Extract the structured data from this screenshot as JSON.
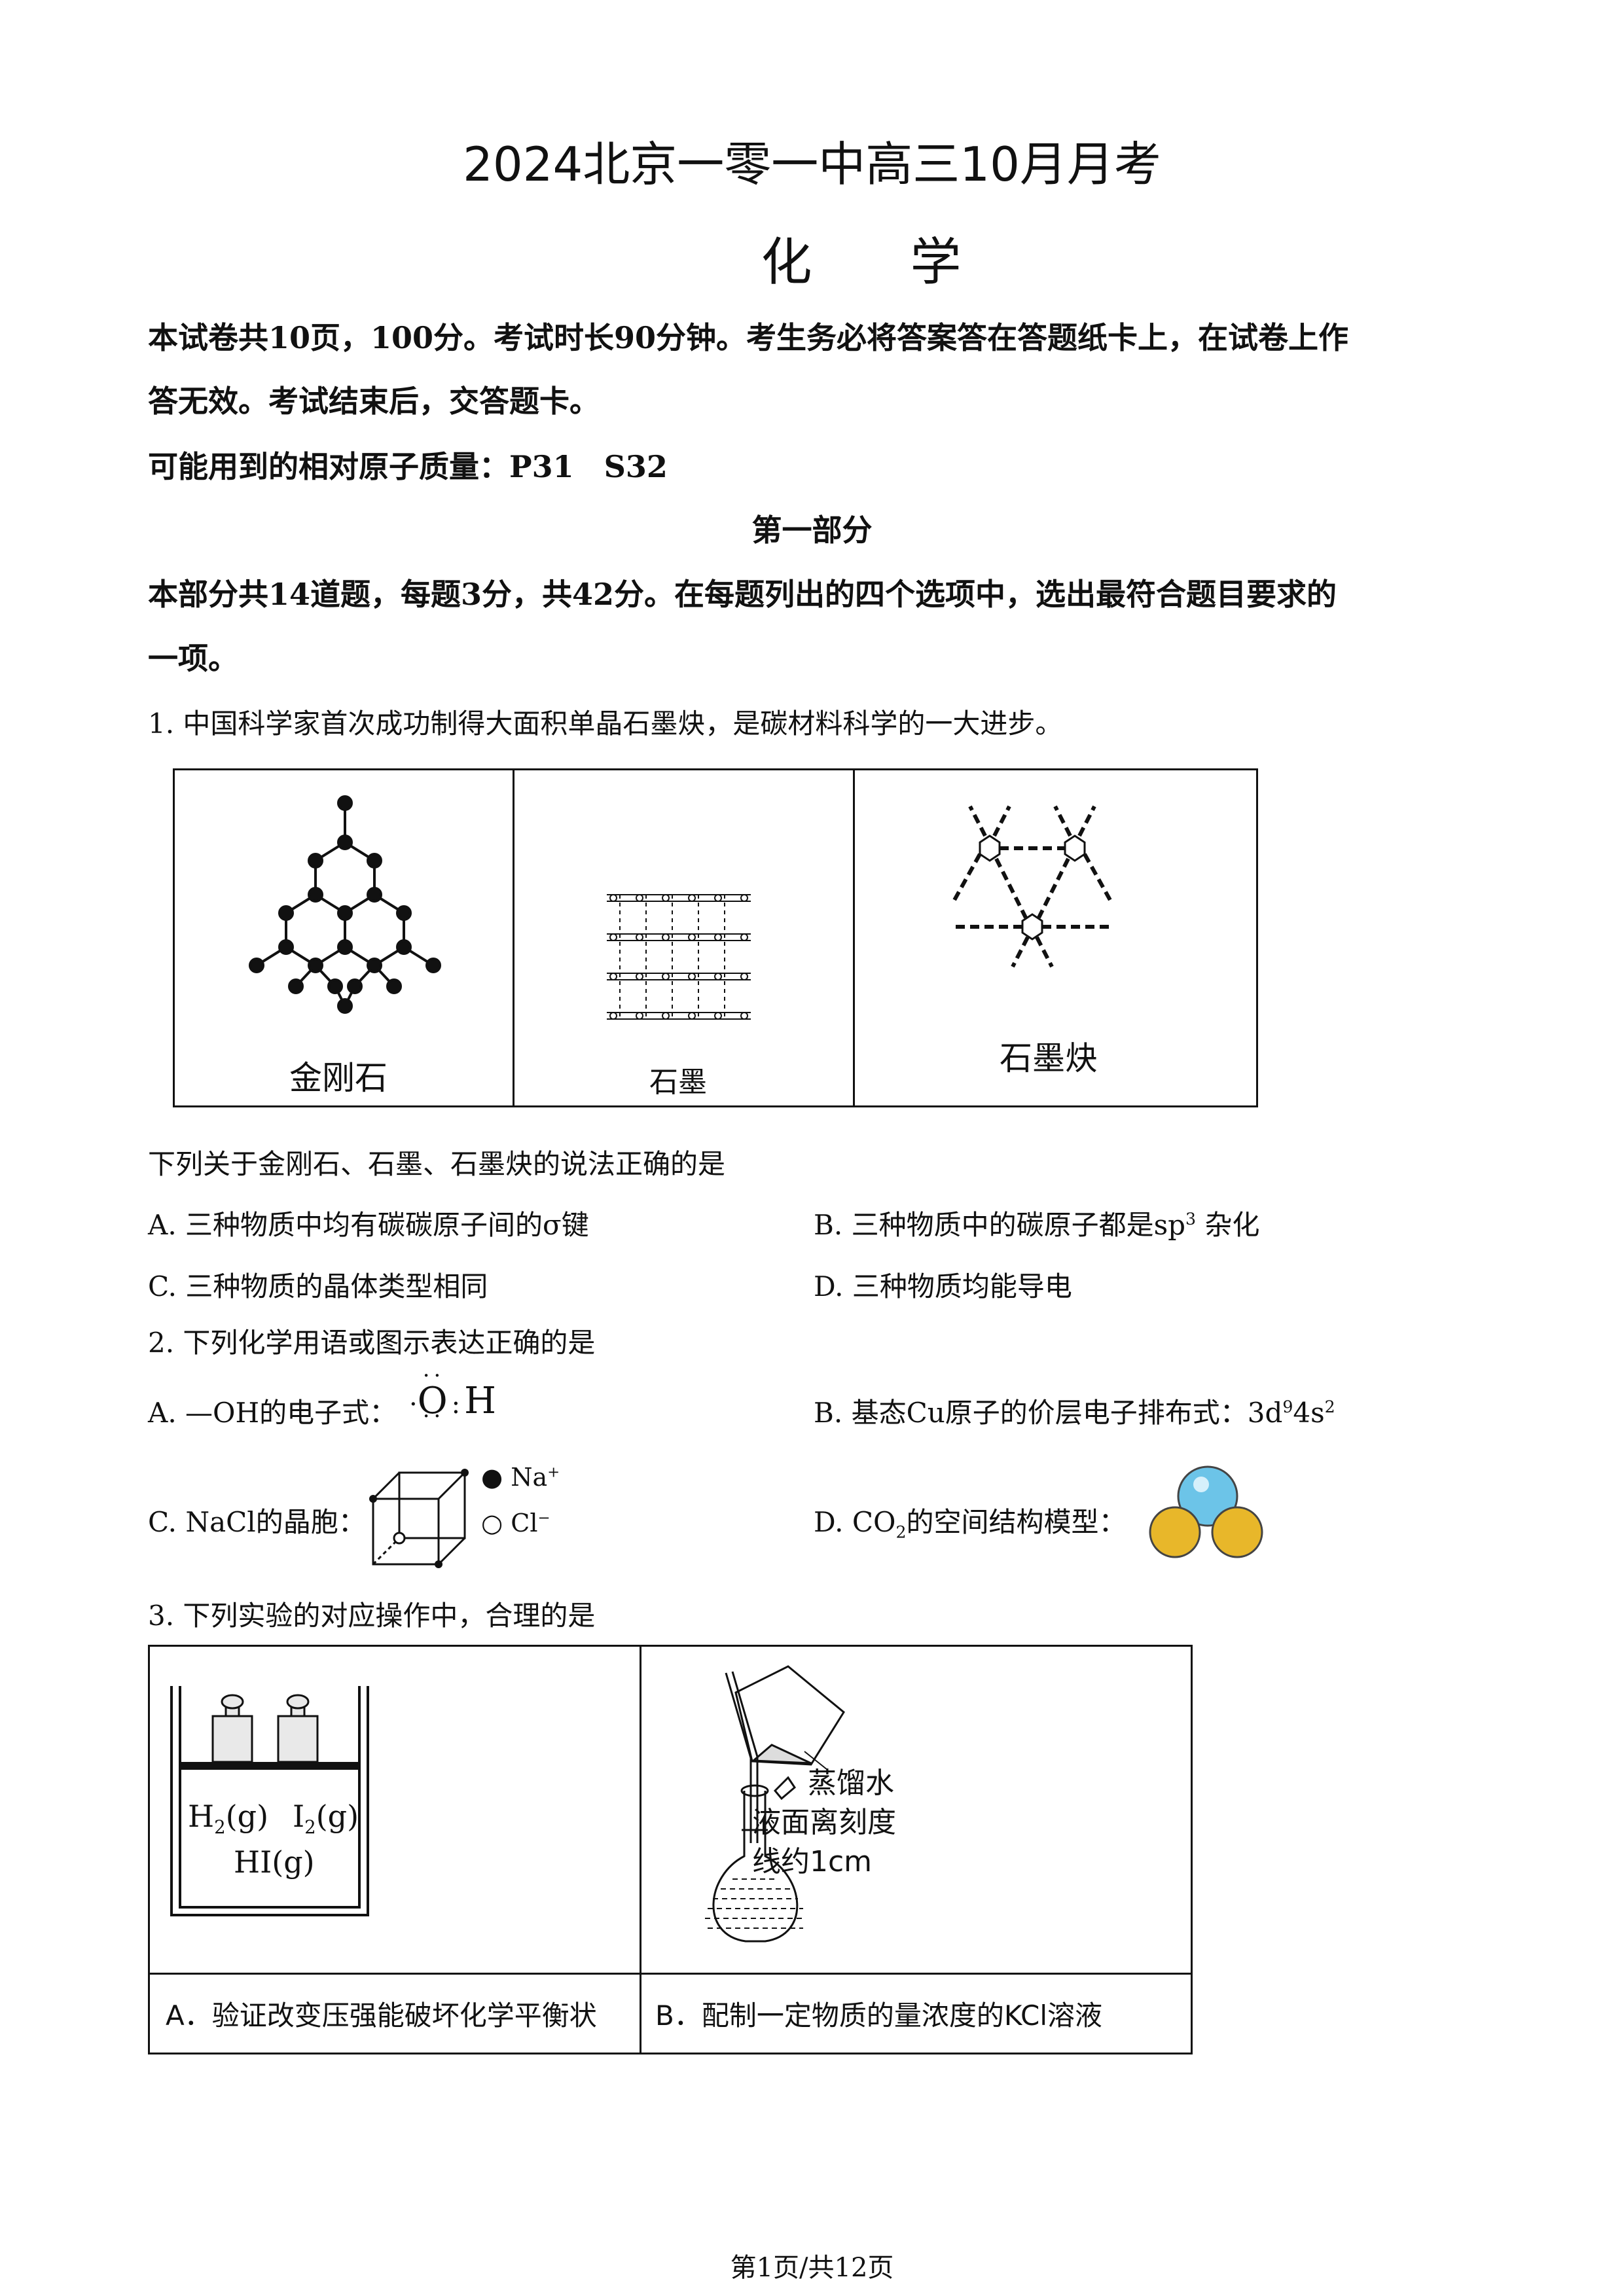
{
  "header": {
    "title": "2024北京一零一中高三10月月考",
    "subject": "化学"
  },
  "intro": {
    "line1": "本试卷共10页，100分。考试时长90分钟。考生务必将答案答在答题纸卡上，在试卷上作",
    "line2": "答无效。考试结束后，交答题卡。",
    "atomic_mass": "可能用到的相对原子质量：P31　S32"
  },
  "part1": {
    "heading": "第一部分",
    "instr1": "本部分共14道题，每题3分，共42分。在每题列出的四个选项中，选出最符合题目要求的",
    "instr2": "一项。"
  },
  "q1": {
    "stem": "1. 中国科学家首次成功制得大面积单晶石墨炔，是碳材料科学的一大进步。",
    "labels": [
      "金刚石",
      "石墨",
      "石墨炔"
    ],
    "question": "下列关于金刚石、石墨、石墨炔的说法正确的是",
    "A": "A. 三种物质中均有碳碳原子间的σ键",
    "B_pre": "B. 三种物质中的碳原子都是sp",
    "B_sup": "3",
    "B_post": " 杂化",
    "C": "C. 三种物质的晶体类型相同",
    "D": "D. 三种物质均能导电"
  },
  "q2": {
    "stem": "2. 下列化学用语或图示表达正确的是",
    "A": "A. —OH的电子式：",
    "A_O": "O",
    "A_H": "H",
    "B_pre": "B. 基态Cu原子的价层电子排布式：3d",
    "B_sup1": "9",
    "B_mid": "4s",
    "B_sup2": "2",
    "C": "C. NaCl的晶胞：",
    "C_na": "Na",
    "C_na_sup": "+",
    "C_cl": "Cl",
    "C_cl_sup": "−",
    "D_pre": "D. CO",
    "D_sub": "2",
    "D_post": "的空间结构模型："
  },
  "q3": {
    "stem": "3. 下列实验的对应操作中，合理的是",
    "A_g1_pre": "H",
    "A_g1_sub": "2",
    "A_g1_post": "(g)",
    "A_g2_pre": "I",
    "A_g2_sub": "2",
    "A_g2_post": "(g)",
    "A_g3": "HI(g)",
    "B_note1": "蒸馏水",
    "B_note2": "液面离刻度",
    "B_note3": "线约1cm",
    "A_caption": "A．验证改变压强能破坏化学平衡状",
    "B_caption": "B．配制一定物质的量浓度的KCl溶液"
  },
  "footer": {
    "page": "第1页/共12页"
  }
}
